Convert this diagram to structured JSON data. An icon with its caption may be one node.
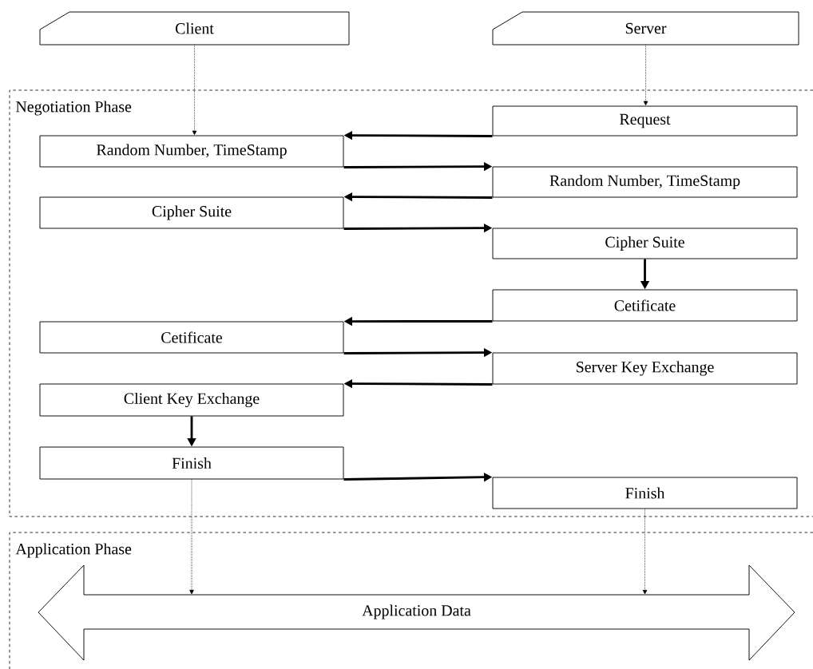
{
  "diagram": {
    "nodes": [
      {
        "text": [
          "Client"
        ]
      },
      {
        "text": [
          "Server"
        ]
      },
      {
        "text": [
          "Negotiation Phase"
        ]
      },
      {
        "text": [
          "Request"
        ],
        "in": 2
      },
      {
        "text": [
          "Random Number, TimeStamp"
        ],
        "in": 2
      },
      {
        "text": [
          "Random Number, TimeStamp"
        ],
        "in": 2
      },
      {
        "text": [
          "Cipher Suite"
        ],
        "in": 2
      },
      {
        "text": [
          "Cipher Suite"
        ],
        "in": 2
      },
      {
        "text": [
          "Cetificate"
        ],
        "in": 2
      },
      {
        "text": [
          "Cetificate"
        ],
        "in": 2
      },
      {
        "text": [
          "Server Key Exchange"
        ],
        "in": 2
      },
      {
        "text": [
          "Client Key Exchange"
        ],
        "in": 2
      },
      {
        "text": [
          "Finish"
        ],
        "in": 2
      },
      {
        "text": [
          "Finish"
        ],
        "in": 2
      },
      {
        "text": [
          "Application Phase"
        ]
      },
      {
        "text": [
          "Application Data"
        ],
        "in": 14
      }
    ],
    "edges": [
      {
        "from": 0,
        "to": 4,
        "arrow": "to",
        "style": "dashed"
      },
      {
        "from": 1,
        "to": 3,
        "arrow": "to",
        "style": "dashed"
      },
      {
        "from": 3,
        "to": 4,
        "arrow": "to"
      },
      {
        "from": 4,
        "to": 5,
        "arrow": "to"
      },
      {
        "from": 5,
        "to": 6,
        "arrow": "to"
      },
      {
        "from": 6,
        "to": 7,
        "arrow": "to"
      },
      {
        "from": 7,
        "to": 8,
        "arrow": "to"
      },
      {
        "from": 8,
        "to": 9,
        "arrow": "to"
      },
      {
        "from": 9,
        "to": 10,
        "arrow": "to"
      },
      {
        "from": 10,
        "to": 11,
        "arrow": "to"
      },
      {
        "from": 11,
        "to": 12,
        "arrow": "to"
      },
      {
        "from": 12,
        "to": 13,
        "arrow": "to"
      },
      {
        "from": 12,
        "to": 15,
        "arrow": "to",
        "style": "dashed"
      },
      {
        "from": 13,
        "to": 15,
        "arrow": "to",
        "style": "dashed"
      }
    ]
  }
}
